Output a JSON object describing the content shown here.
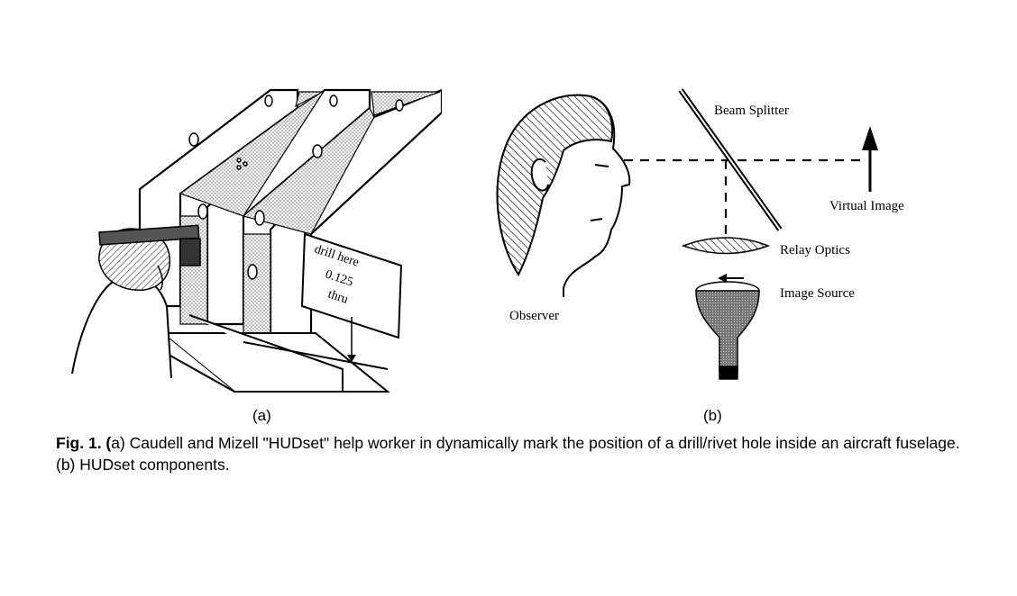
{
  "figure": {
    "panel_a": {
      "sign_lines": [
        "drill here",
        "0.125",
        "thru"
      ],
      "sublabel": "(a)"
    },
    "panel_b": {
      "labels": {
        "beam_splitter": "Beam Splitter",
        "virtual_image": "Virtual Image",
        "relay_optics": "Relay Optics",
        "image_source": "Image Source",
        "observer": "Observer"
      },
      "sublabel": "(b)"
    },
    "caption": {
      "prefix": "Fig. 1. (",
      "text": "a) Caudell and Mizell \"HUDset\" help worker in dynamically mark the position of a drill/rivet hole inside an aircraft fuselage. (b) HUDset components."
    }
  }
}
